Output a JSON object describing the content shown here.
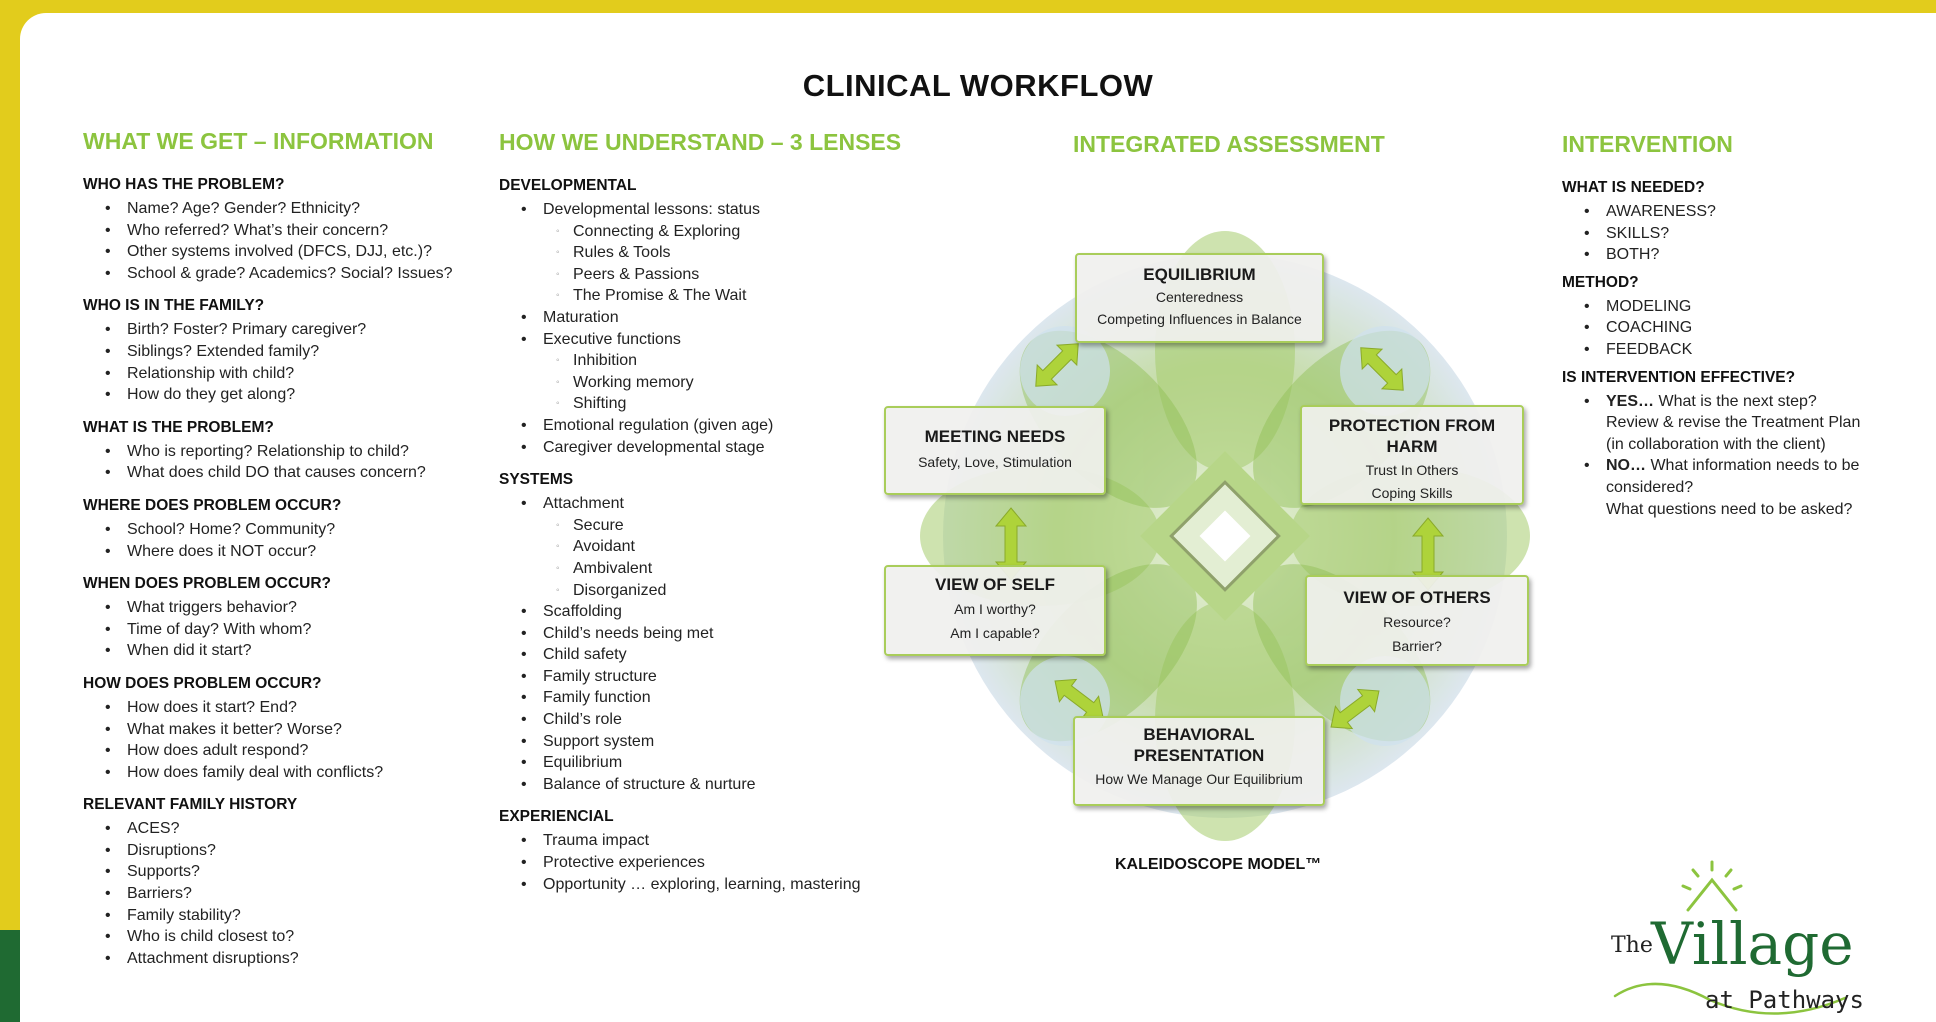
{
  "title": "CLINICAL WORKFLOW",
  "columns": {
    "info": {
      "heading": "WHAT WE GET – INFORMATION",
      "sections": [
        {
          "title": "WHO HAS THE PROBLEM?",
          "items": [
            "Name? Age? Gender? Ethnicity?",
            "Who referred? What’s their concern?",
            "Other systems involved (DFCS, DJJ, etc.)?",
            "School & grade? Academics? Social? Issues?"
          ]
        },
        {
          "title": "WHO IS IN THE FAMILY?",
          "items": [
            "Birth? Foster? Primary caregiver?",
            "Siblings? Extended family?",
            "Relationship with child?",
            "How do they get along?"
          ]
        },
        {
          "title": "WHAT IS THE PROBLEM?",
          "items": [
            "Who is reporting? Relationship to child?",
            "What does child DO that causes concern?"
          ]
        },
        {
          "title": "WHERE DOES PROBLEM OCCUR?",
          "items": [
            "School? Home? Community?",
            "Where does it NOT occur?"
          ]
        },
        {
          "title": "WHEN DOES PROBLEM OCCUR?",
          "items": [
            "What triggers behavior?",
            "Time of day? With whom?",
            "When did it start?"
          ]
        },
        {
          "title": "HOW DOES PROBLEM OCCUR?",
          "items": [
            "How does it start? End?",
            "What makes it better? Worse?",
            "How does adult respond?",
            "How does family deal with conflicts?"
          ]
        },
        {
          "title": "RELEVANT FAMILY HISTORY",
          "items": [
            "ACES?",
            "Disruptions?",
            "Supports?",
            "Barriers?",
            "Family stability?",
            "Who is child closest to?",
            "Attachment disruptions?"
          ]
        }
      ]
    },
    "lenses": {
      "heading": "HOW WE UNDERSTAND – 3 LENSES",
      "developmental": {
        "title": "DEVELOPMENTAL",
        "lessons": "Developmental lessons: status",
        "lesson_items": [
          "Connecting & Exploring",
          "Rules & Tools",
          "Peers & Passions",
          "The Promise & The Wait"
        ],
        "maturation": "Maturation",
        "executive": "Executive functions",
        "executive_items": [
          "Inhibition",
          "Working memory",
          "Shifting"
        ],
        "emotional": "Emotional regulation (given age)",
        "caregiver": "Caregiver developmental stage"
      },
      "systems": {
        "title": "SYSTEMS",
        "attachment": "Attachment",
        "attachment_items": [
          "Secure",
          "Avoidant",
          "Ambivalent",
          "Disorganized"
        ],
        "items": [
          "Scaffolding",
          "Child’s needs being met",
          "Child safety",
          "Family structure",
          "Family function",
          "Child’s role",
          "Support system",
          "Equilibrium",
          "Balance of structure & nurture"
        ]
      },
      "experiential": {
        "title": "EXPERIENCIAL",
        "items": [
          "Trauma impact",
          "Protective experiences",
          "Opportunity … exploring, learning, mastering"
        ]
      }
    },
    "assessment": {
      "heading": "INTEGRATED ASSESSMENT",
      "equilibrium": {
        "title": "EQUILIBRIUM",
        "line1": "Centeredness",
        "line2": "Competing Influences in Balance"
      },
      "protection": {
        "title1": "PROTECTION FROM",
        "title2": "HARM",
        "line1": "Trust In Others",
        "line2": "Coping Skills"
      },
      "meeting": {
        "title": "MEETING NEEDS",
        "line1": "Safety, Love, Stimulation"
      },
      "view_self": {
        "title": "VIEW OF SELF",
        "line1": "Am I worthy?",
        "line2": "Am I capable?"
      },
      "view_others": {
        "title": "VIEW OF OTHERS",
        "line1": "Resource?",
        "line2": "Barrier?"
      },
      "behavioral": {
        "title1": "BEHAVIORAL",
        "title2": "PRESENTATION",
        "line1": "How We Manage Our Equilibrium"
      },
      "model": "KALEIDOSCOPE MODEL™"
    },
    "intervention": {
      "heading": "INTERVENTION",
      "needed": {
        "title": "WHAT IS NEEDED?",
        "items": [
          "AWARENESS?",
          "SKILLS?",
          "BOTH?"
        ]
      },
      "method": {
        "title": "METHOD?",
        "items": [
          "MODELING",
          "COACHING",
          "FEEDBACK"
        ]
      },
      "effective": {
        "title": "IS INTERVENTION EFFECTIVE?",
        "yes_label": "YES…",
        "yes_text": " What is the next step?",
        "yes_l2": "Review & revise the Treatment Plan",
        "yes_l3": "(in collaboration with the client)",
        "no_label": "NO…",
        "no_text": " What information needs to be",
        "no_l2": "considered?",
        "no_l3": "What questions need to be asked?"
      }
    }
  },
  "logo": {
    "the": "The",
    "village": "Village",
    "at_pathways": "at Pathways"
  },
  "colors": {
    "accent_green": "#8cc43f",
    "frame_yellow": "#e2cc1c",
    "frame_green": "#1f6a32"
  }
}
